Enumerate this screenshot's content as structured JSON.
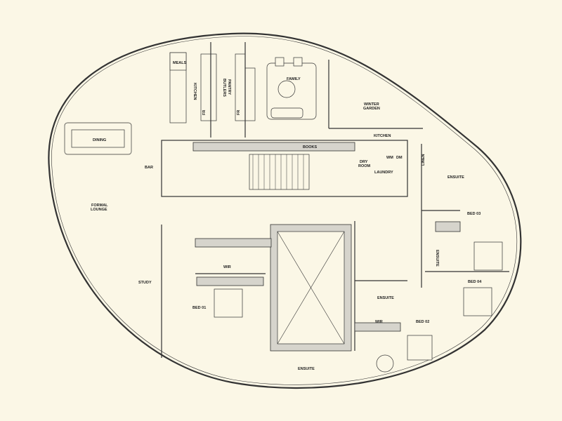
{
  "plan": {
    "rooms": {
      "meals": "MEALS",
      "kitchen": "KITCHEN",
      "butlers_pantry_1": "BUTLERS",
      "butlers_pantry_2": "PANTRY",
      "family": "FAMILY",
      "winter_garden_1": "WINTER",
      "winter_garden_2": "GARDEN",
      "kitchen_2": "KITCHEN",
      "dining": "DINING",
      "bar": "BAR",
      "books": "BOOKS",
      "dry_room_1": "DRY",
      "dry_room_2": "ROOM",
      "laundry": "LAUNDRY",
      "wm": "WM",
      "dm": "DM",
      "linen": "LINEN",
      "ensuite_bed03": "ENSUITE",
      "bed03": "BED 03",
      "formal_lounge_1": "FORMAL",
      "formal_lounge_2": "LOUNGE",
      "ensuite_bed04": "ENSUITE",
      "bed04": "BED 04",
      "study": "STUDY",
      "wir_bed01": "WIR",
      "bed01": "BED 01",
      "ensuite_bed02": "ENSUITE",
      "wir_bed02": "WIR",
      "bed02": "BED 02",
      "ensuite_bed01": "ENSUITE",
      "fridge": "FR"
    }
  }
}
